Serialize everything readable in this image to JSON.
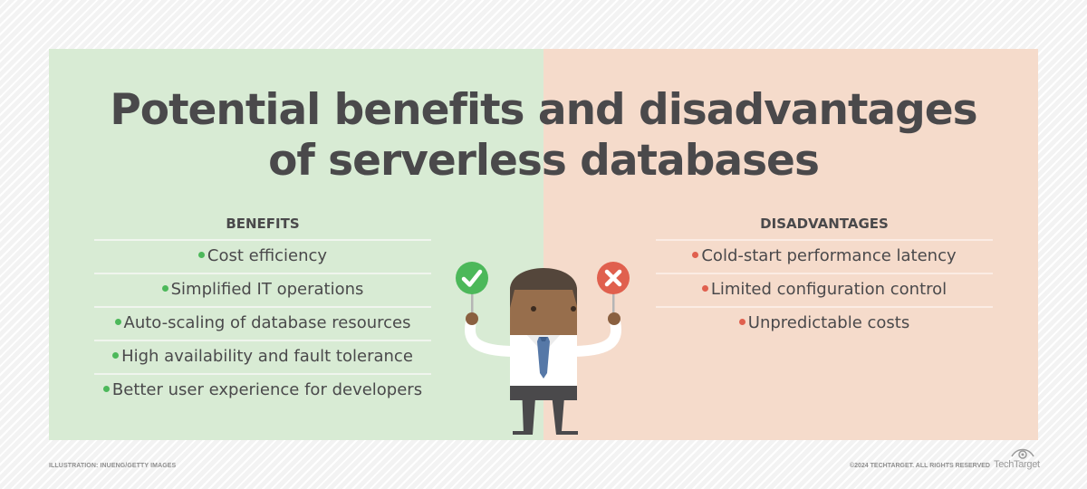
{
  "title": {
    "line1": "Potential benefits and disadvantages",
    "line2": "of serverless databases"
  },
  "benefits": {
    "heading": "BENEFITS",
    "bullet_color": "#4cb85a",
    "items": [
      "Cost efficiency",
      "Simplified IT operations",
      "Auto-scaling of database resources",
      "High availability and fault tolerance",
      "Better user experience for developers"
    ]
  },
  "disadvantages": {
    "heading": "DISADVANTAGES",
    "bullet_color": "#e0604e",
    "items": [
      "Cold-start performance latency",
      "Limited configuration control",
      "Unpredictable costs"
    ]
  },
  "illustration": {
    "left_sign": "checkmark-icon",
    "right_sign": "x-mark-icon",
    "left_sign_color": "#4cb85a",
    "right_sign_color": "#e0604e"
  },
  "colors": {
    "benefits_bg": "#d8ebd4",
    "disadvantages_bg": "#f5dbcb",
    "text": "#4a494b"
  },
  "footer": {
    "credit": "ILLUSTRATION: INUENG/GETTY IMAGES",
    "copyright": "©2024 TECHTARGET. ALL RIGHTS RESERVED",
    "logo": "TechTarget"
  }
}
